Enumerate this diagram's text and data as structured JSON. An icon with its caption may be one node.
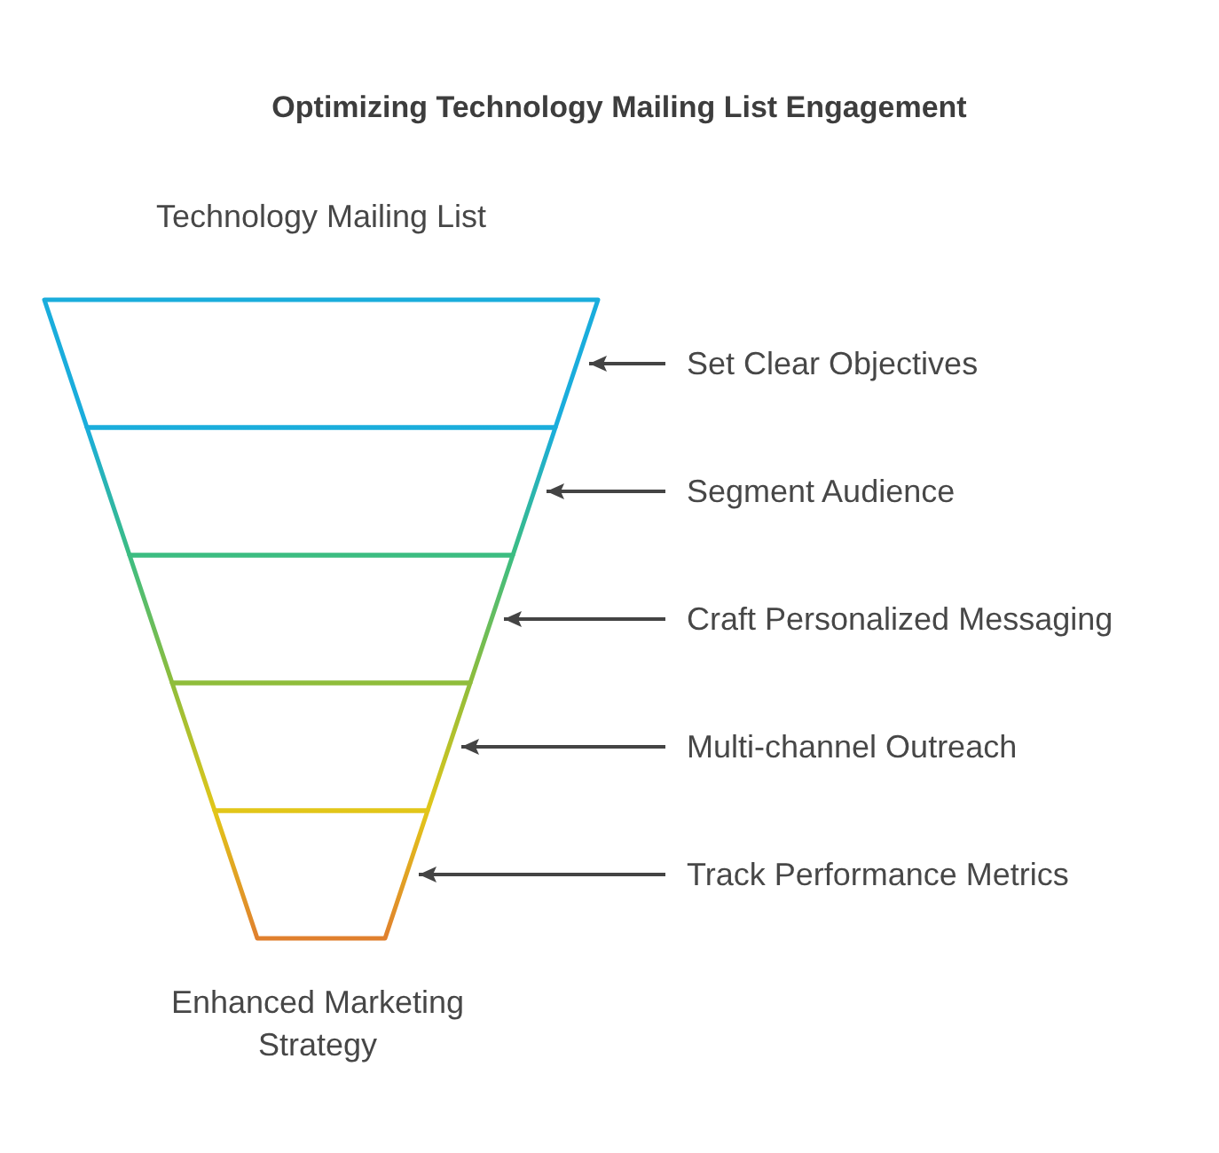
{
  "diagram": {
    "title": "Optimizing Technology Mailing List Engagement",
    "nodes": [
      {
        "text": [],
        "shape": "trapezoid"
      },
      {
        "text": [
          "Set Clear Objectives"
        ]
      },
      {
        "text": [],
        "shape": "trapezoid"
      },
      {
        "text": [
          "Segment Audience"
        ]
      },
      {
        "text": [],
        "shape": "trapezoid"
      },
      {
        "text": [
          "Craft Personalized Messaging"
        ]
      },
      {
        "text": [],
        "shape": "trapezoid"
      },
      {
        "text": [
          "Multi-channel Outreach"
        ]
      },
      {
        "text": [],
        "shape": "trapezoid"
      },
      {
        "text": [
          "Track Performance Metrics"
        ]
      }
    ],
    "edges": [
      {
        "from": 1,
        "to": 0,
        "arrow": "to"
      },
      {
        "from": 3,
        "to": 2,
        "arrow": "to"
      },
      {
        "from": 5,
        "to": 4,
        "arrow": "to"
      },
      {
        "from": 7,
        "to": 6,
        "arrow": "to"
      },
      {
        "from": 9,
        "to": 8,
        "arrow": "to"
      }
    ],
    "labels": [
      "Technology Mailing List",
      "Enhanced Marketing Strategy"
    ]
  }
}
